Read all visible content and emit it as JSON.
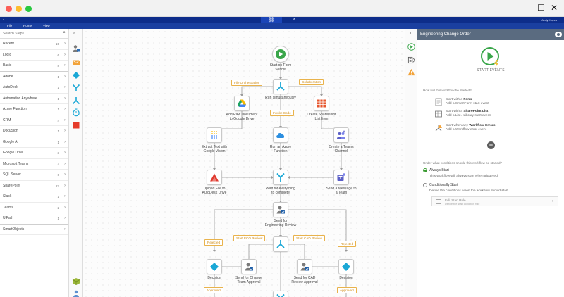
{
  "toolbar": {
    "menu_file": "File",
    "menu_home": "Home",
    "menu_view": "View",
    "user_name": "Andy Hayes"
  },
  "sidebar": {
    "search_placeholder": "Search Steps",
    "items": [
      {
        "label": "Recent",
        "count": "15"
      },
      {
        "label": "Logic",
        "count": "6"
      },
      {
        "label": "Basic",
        "count": "8"
      },
      {
        "label": "Adobe",
        "count": "1"
      },
      {
        "label": "AutoDesk",
        "count": "1"
      },
      {
        "label": "Automation Anywhere",
        "count": "1"
      },
      {
        "label": "Azure Function",
        "count": "1"
      },
      {
        "label": "CRM",
        "count": "4"
      },
      {
        "label": "DocuSign",
        "count": "1"
      },
      {
        "label": "Google AI",
        "count": "1"
      },
      {
        "label": "Google Drive",
        "count": "3"
      },
      {
        "label": "Microsoft Teams",
        "count": "4"
      },
      {
        "label": "SQL Server",
        "count": "6"
      },
      {
        "label": "SharePoint",
        "count": "27"
      },
      {
        "label": "Slack",
        "count": "1"
      },
      {
        "label": "Teams",
        "count": "2"
      },
      {
        "label": "UiPath",
        "count": "1"
      },
      {
        "label": "SmartObjects",
        "count": ""
      }
    ]
  },
  "workflow": {
    "start": "Start on Form\nSubmit",
    "run_simultaneously": "Run simultaneously",
    "add_raw_doc": "Add Raw Document\nto Google Drive",
    "create_sp_list_item": "Create SharePoint\nList Item",
    "extract_text": "Extract Text with\nGoogle Vision",
    "run_azure": "Run an Azure\nFunction",
    "create_teams_channel": "Create a Teams\nChannel",
    "upload_file": "Upload File to\nAutoDesk Drive",
    "wait_everything": "Wait for everything\nto complete",
    "send_message": "Send a Message to\na Team",
    "send_eng_review": "Send for\nEngineering Review",
    "decision_left": "Decision",
    "send_change_team": "Send for Change\nTeam Approval",
    "send_cad_review": "Send for CAD\nReview Approval",
    "decision_right": "Decision",
    "tag_file_orch": "File Orchestration",
    "tag_collab": "Collaboration",
    "tag_invoke": "Invoke Code",
    "tag_eco": "Start ECO Review",
    "tag_cad": "Start CAD Review",
    "tag_rejected_left": "Rejected",
    "tag_rejected_right": "Rejected",
    "tag_approved_left": "Approved",
    "tag_approved_right": "Approved"
  },
  "panel": {
    "title": "Engineering Change Order",
    "start_events": "START EVENTS",
    "how_prompt": "How will this workflow be started?",
    "opt_form_prefix": "Start with a ",
    "opt_form_bold": "Form",
    "opt_form_desc": "Add a SmartForm start event",
    "opt_list_prefix": "Start with a ",
    "opt_list_bold": "SharePoint List",
    "opt_list_desc": "Add a List / Library start event",
    "opt_err_prefix": "Start when any ",
    "opt_err_bold": "Workflow Errors",
    "opt_err_desc": "Add a Workflow error event",
    "conditions_prompt": "Under what conditions should this workflow be started?",
    "always_start": "Always Start",
    "always_desc": "This workflow will always start when triggered.",
    "conditional_start": "Conditionally Start",
    "conditional_desc": "Define the conditions when the workflow should start.",
    "edit_rule": "Edit Start Rule",
    "edit_rule_desc": "Define the start condition rule"
  },
  "colors": {
    "appbar": "#0d2d8a",
    "accent_green": "#3a9b32",
    "tag_orange": "#e9b34c",
    "node_blue": "#1ba8d6",
    "panel_head": "#5a6b80"
  }
}
